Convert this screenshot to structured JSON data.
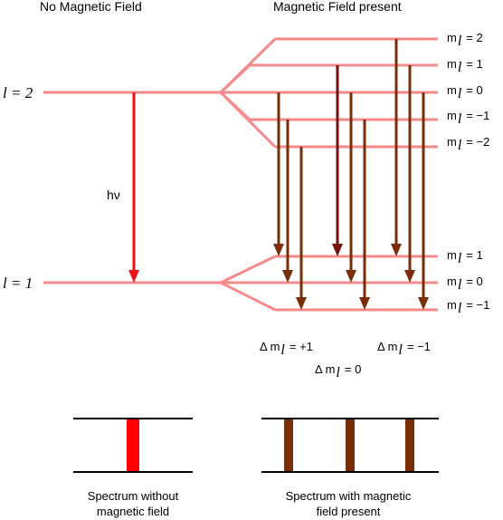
{
  "headings": {
    "left": "No Magnetic Field",
    "right": "Magnetic Field present"
  },
  "levels": {
    "upper_label": "l = 2",
    "lower_label": "l = 1"
  },
  "ml_labels": {
    "prefix": "m",
    "subscript": "l",
    "upper": [
      "= 2",
      "= 1",
      "= 0",
      "= −1",
      "= −2"
    ],
    "lower": [
      "= 1",
      "= 0",
      "= −1"
    ]
  },
  "photon_label": "hν",
  "delta_labels": {
    "delta": "Δ m",
    "subscript": "l",
    "plus": "= +1",
    "zero": "= 0",
    "minus": "= −1"
  },
  "captions": {
    "left": [
      "Spectrum without",
      "magnetic field"
    ],
    "right": [
      "Spectrum with magnetic",
      "field present"
    ]
  },
  "colors": {
    "level_line": "#f48a8a",
    "red_transition": "#ee1111",
    "brown_transition": "#7a2e08",
    "dark_transition": "#7a0f0f",
    "spectrum_line_red": "#ff0000",
    "spectrum_line_brown": "#7a2e08"
  }
}
